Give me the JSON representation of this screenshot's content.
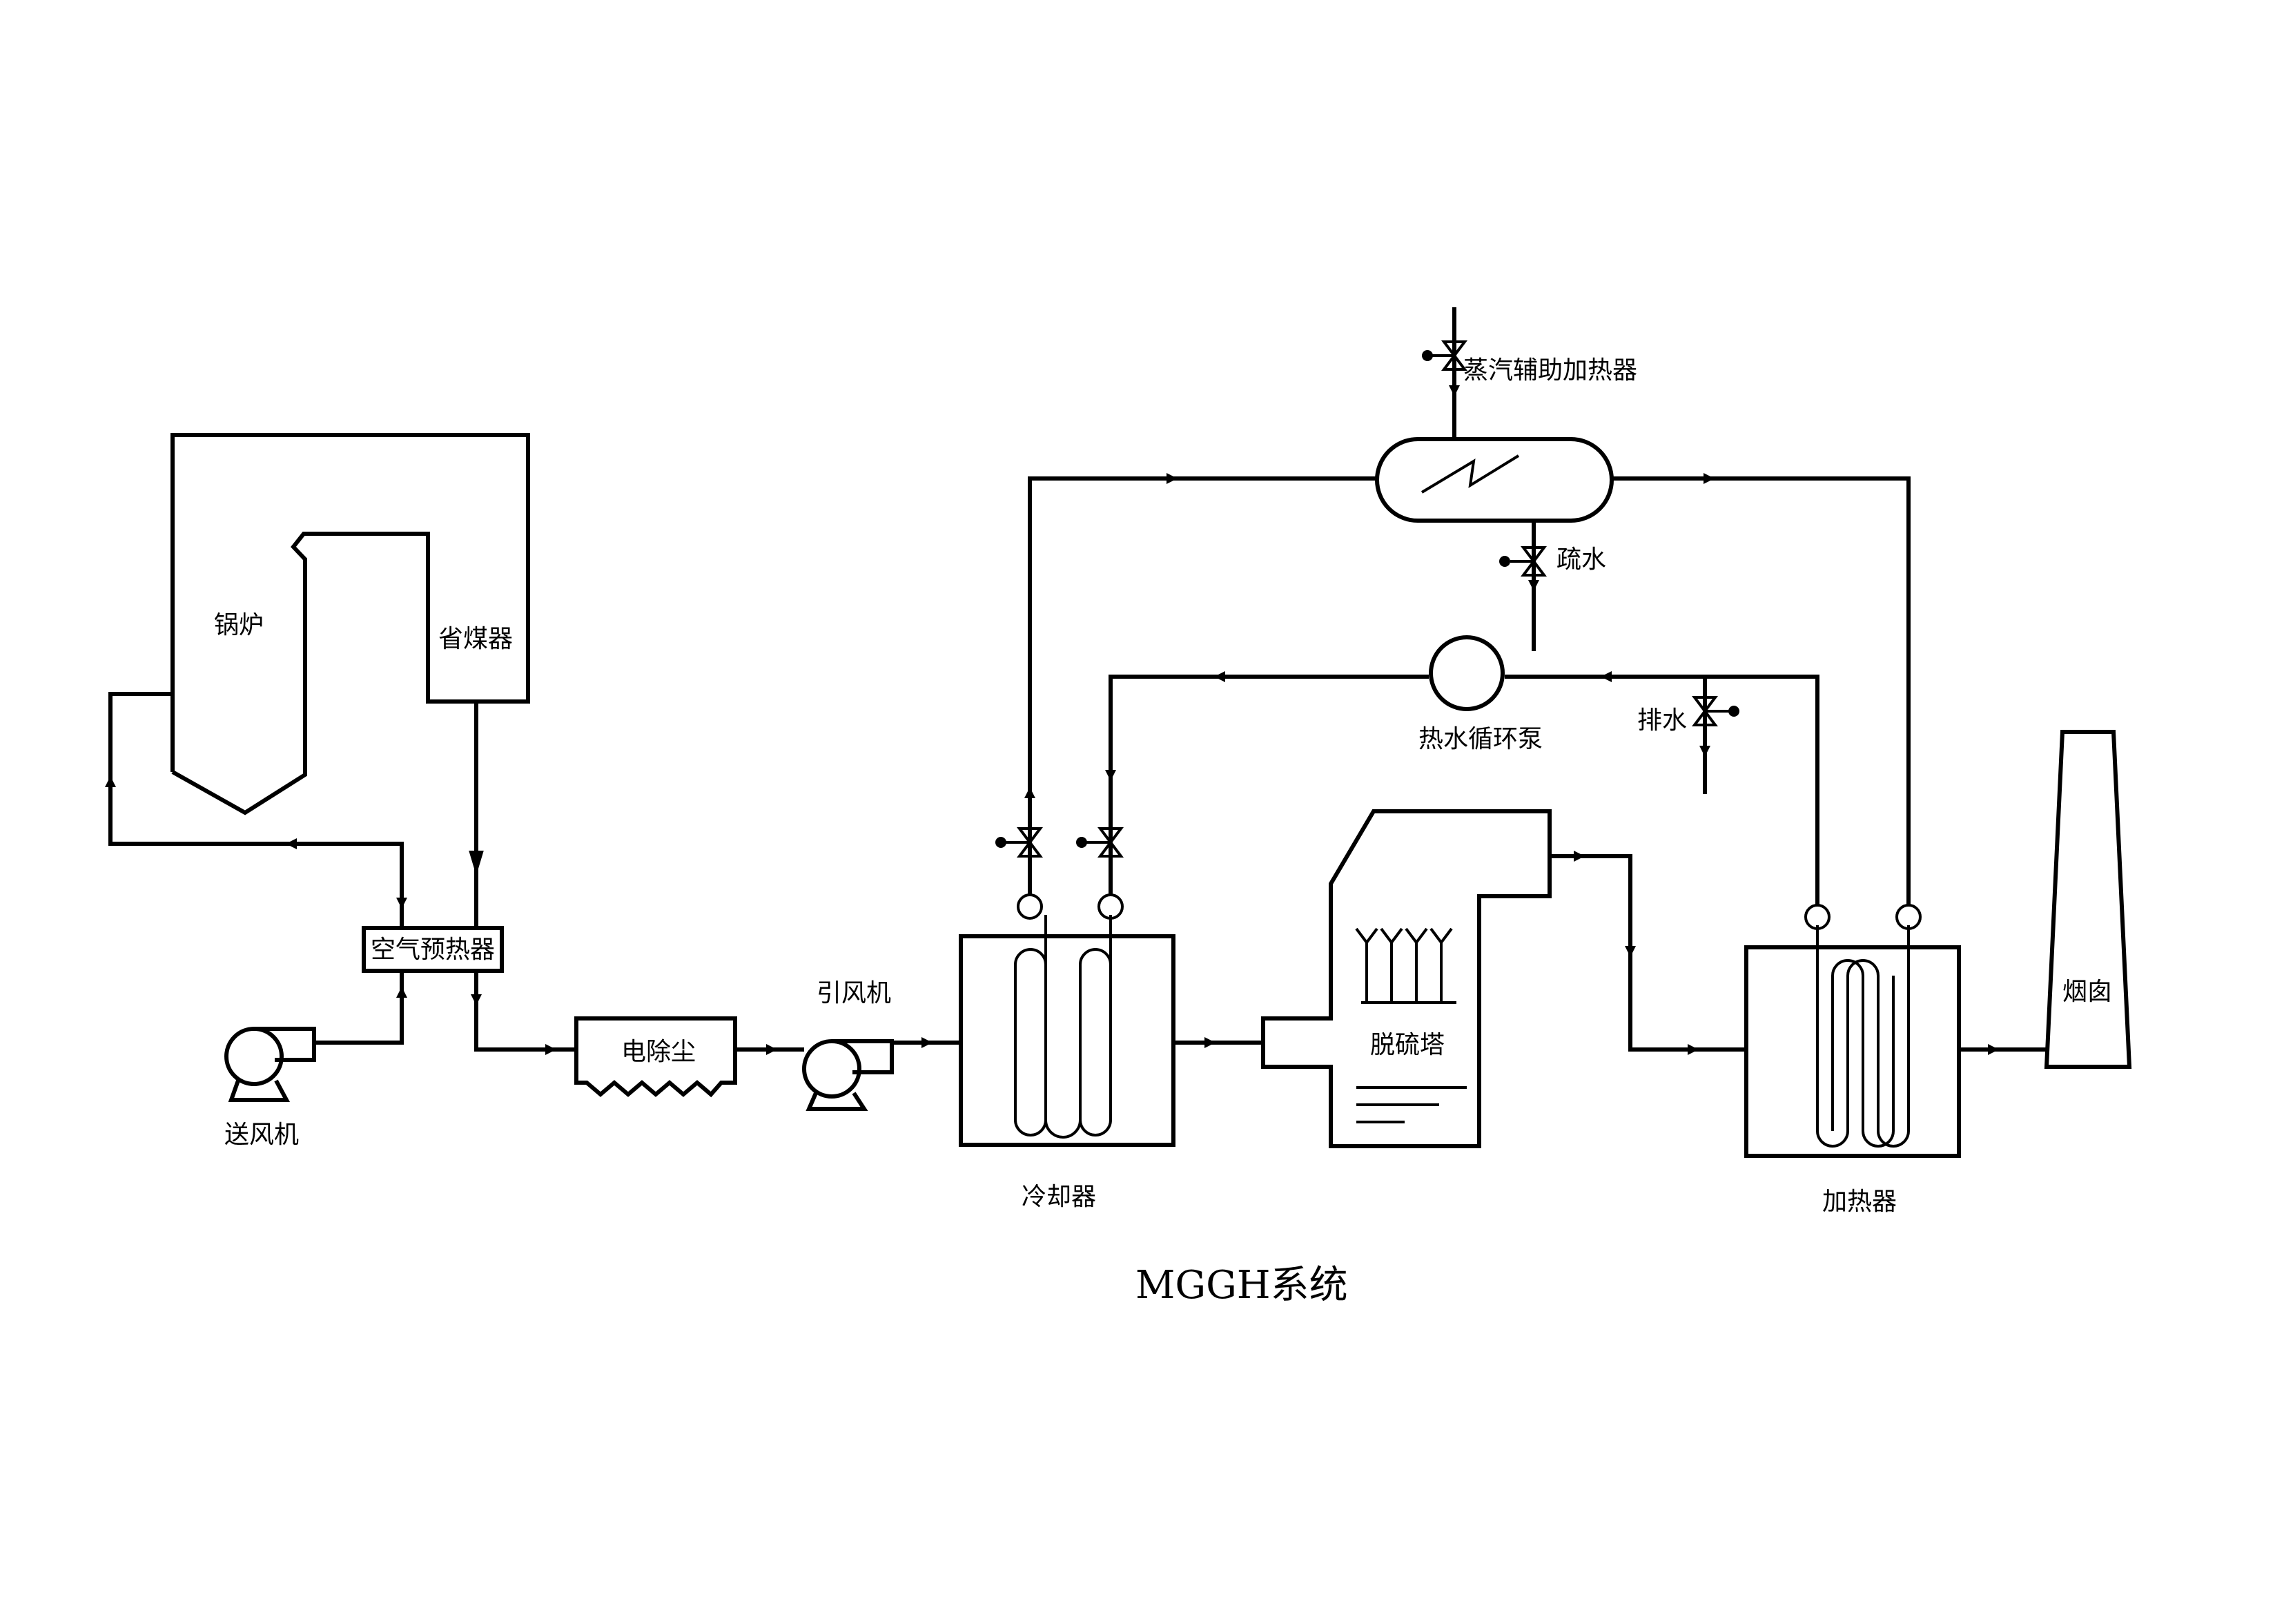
{
  "diagram": {
    "title": "MGGH系统",
    "labels": {
      "boiler": "锅炉",
      "economizer": "省煤器",
      "air_preheater": "空气预热器",
      "forced_draft_fan": "送风机",
      "esp": "电除尘",
      "induced_draft_fan": "引风机",
      "cooler": "冷却器",
      "desulfurization_tower": "脱硫塔",
      "heater": "加热器",
      "chimney": "烟囱",
      "steam_aux_heater": "蒸汽辅助加热器",
      "drain": "疏水",
      "hot_water_pump": "热水循环泵",
      "discharge": "排水"
    }
  }
}
